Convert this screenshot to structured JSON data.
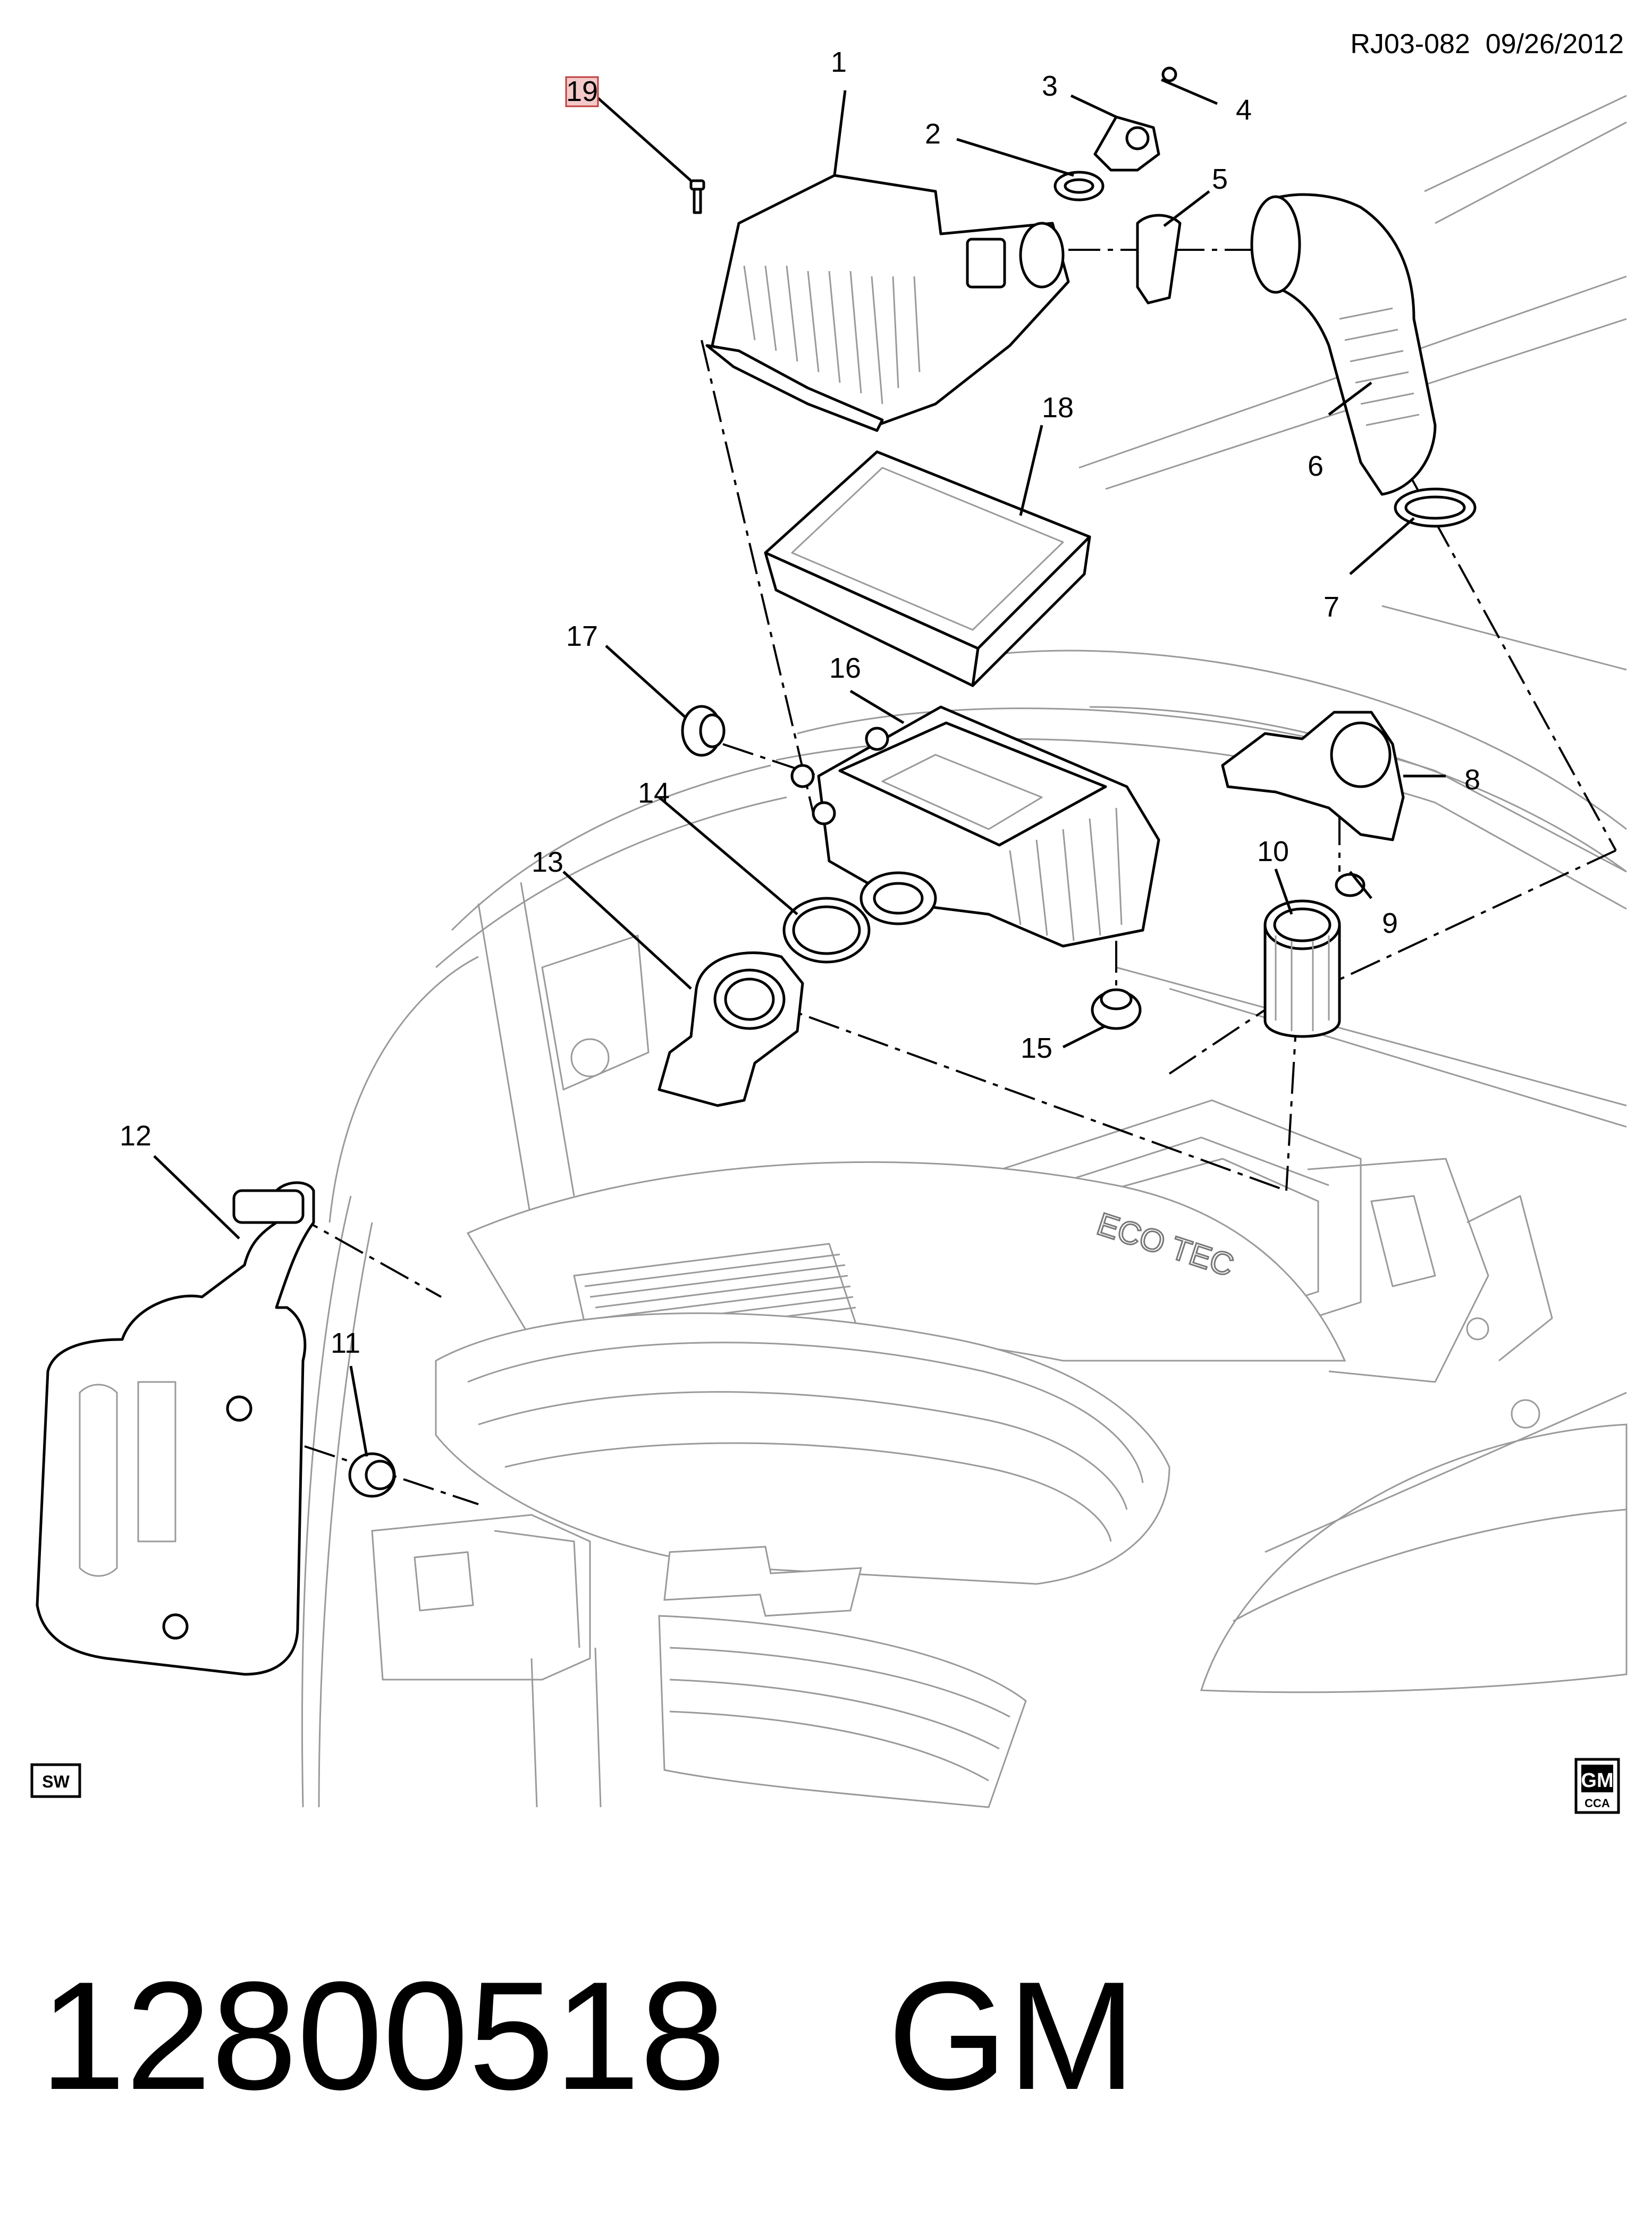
{
  "header": {
    "reference": "RJ03-082  09/26/2012"
  },
  "callouts": [
    "1",
    "2",
    "3",
    "4",
    "5",
    "6",
    "7",
    "8",
    "9",
    "10",
    "11",
    "12",
    "13",
    "14",
    "15",
    "16",
    "17",
    "18",
    "19"
  ],
  "corner_labels": {
    "sw_box": "SW",
    "gm_logo": "GM",
    "gm_logo_sub": "CCA"
  },
  "engine_badge": "ECO TEC",
  "footer": {
    "part_number": "12800518",
    "brand": "GM"
  }
}
